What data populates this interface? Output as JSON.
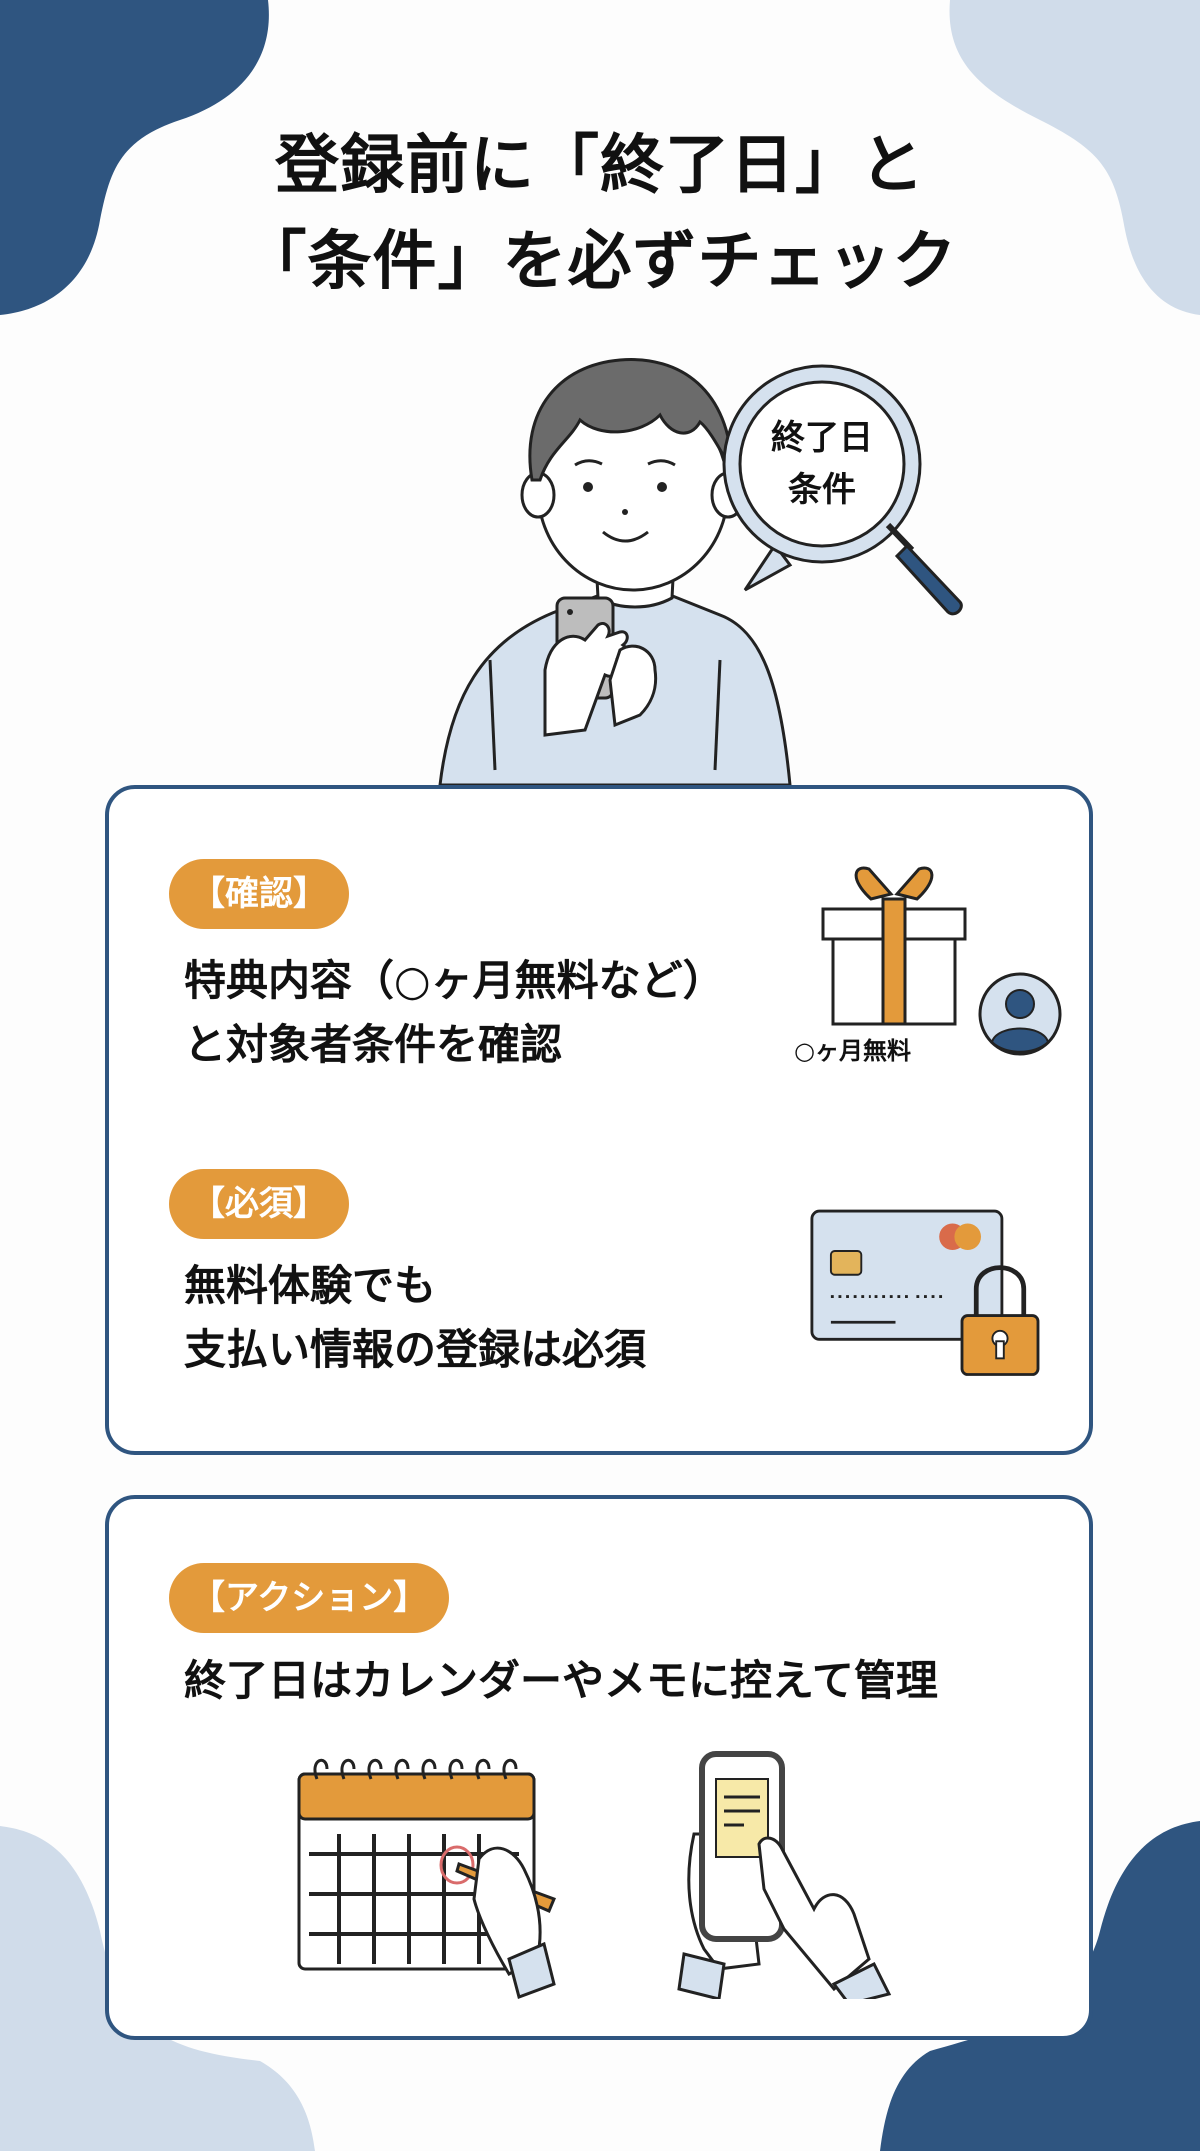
{
  "header": {
    "title_line1": "登録前に「終了日」と",
    "title_line2": "「条件」を必ずチェック"
  },
  "hero": {
    "magnifier_line1": "終了日",
    "magnifier_line2": "条件"
  },
  "card1": {
    "section1": {
      "badge": "【確認】",
      "line1": "特典内容（○ヶ月無料など）",
      "line2": "と対象者条件を確認",
      "icon_label": "○ヶ月無料"
    },
    "section2": {
      "badge": "【必須】",
      "line1": "無料体験でも",
      "line2": "支払い情報の登録は必須"
    }
  },
  "card2": {
    "badge": "【アクション】",
    "line1": "終了日はカレンダーやメモに控えて管理"
  },
  "colors": {
    "navy": "#2f5580",
    "light_blue": "#d0dcea",
    "orange": "#e39a3b",
    "text": "#111111"
  }
}
